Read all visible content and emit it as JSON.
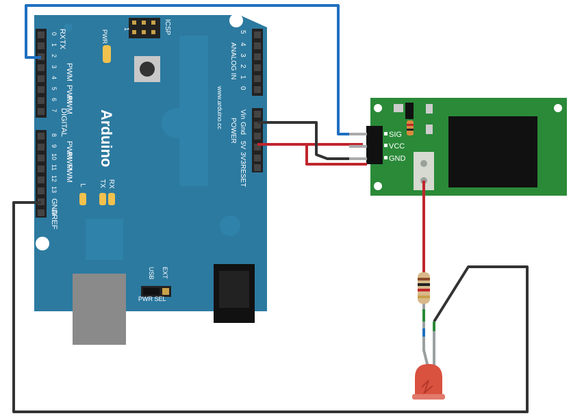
{
  "board": {
    "brand": "Arduino",
    "website": "www.arduino.cc",
    "digital_label": "DIGITAL",
    "analog_label": "ANALOG IN",
    "power_label": "POWER",
    "icsp_label": "ICSP",
    "pwr_led_label": "PWR",
    "aref_label": "AREF",
    "gnd_label": "GND",
    "reset_label": "RESET",
    "usb_label": "USB",
    "ext_label": "EXT",
    "pwr_sel_label": "PWR SEL",
    "led_l_label": "L",
    "led_tx_label": "TX",
    "led_rx_label": "RX",
    "pin_rx_label": "RX",
    "pin_tx_label": "TX",
    "pwm_label": "PWM",
    "power_pins": [
      "Vin",
      "Gnd",
      "Gnd",
      "5V",
      "3V3"
    ],
    "analog_pins": [
      "5",
      "4",
      "3",
      "2",
      "1",
      "0"
    ],
    "digital_pins_top": [
      "0",
      "1",
      "2",
      "3",
      "4",
      "5",
      "6",
      "7"
    ],
    "digital_pins_bottom": [
      "8",
      "9",
      "10",
      "11",
      "12",
      "13"
    ]
  },
  "module": {
    "pins": [
      "SIG",
      "VCC",
      "GND"
    ]
  },
  "colors": {
    "board": "#2c7aa0",
    "board_dark": "#246a8c",
    "module": "#2a8a38",
    "wire_signal": "#1f6fc0",
    "wire_power": "#c0262d",
    "wire_ground": "#333333",
    "led": "#d9513f"
  }
}
